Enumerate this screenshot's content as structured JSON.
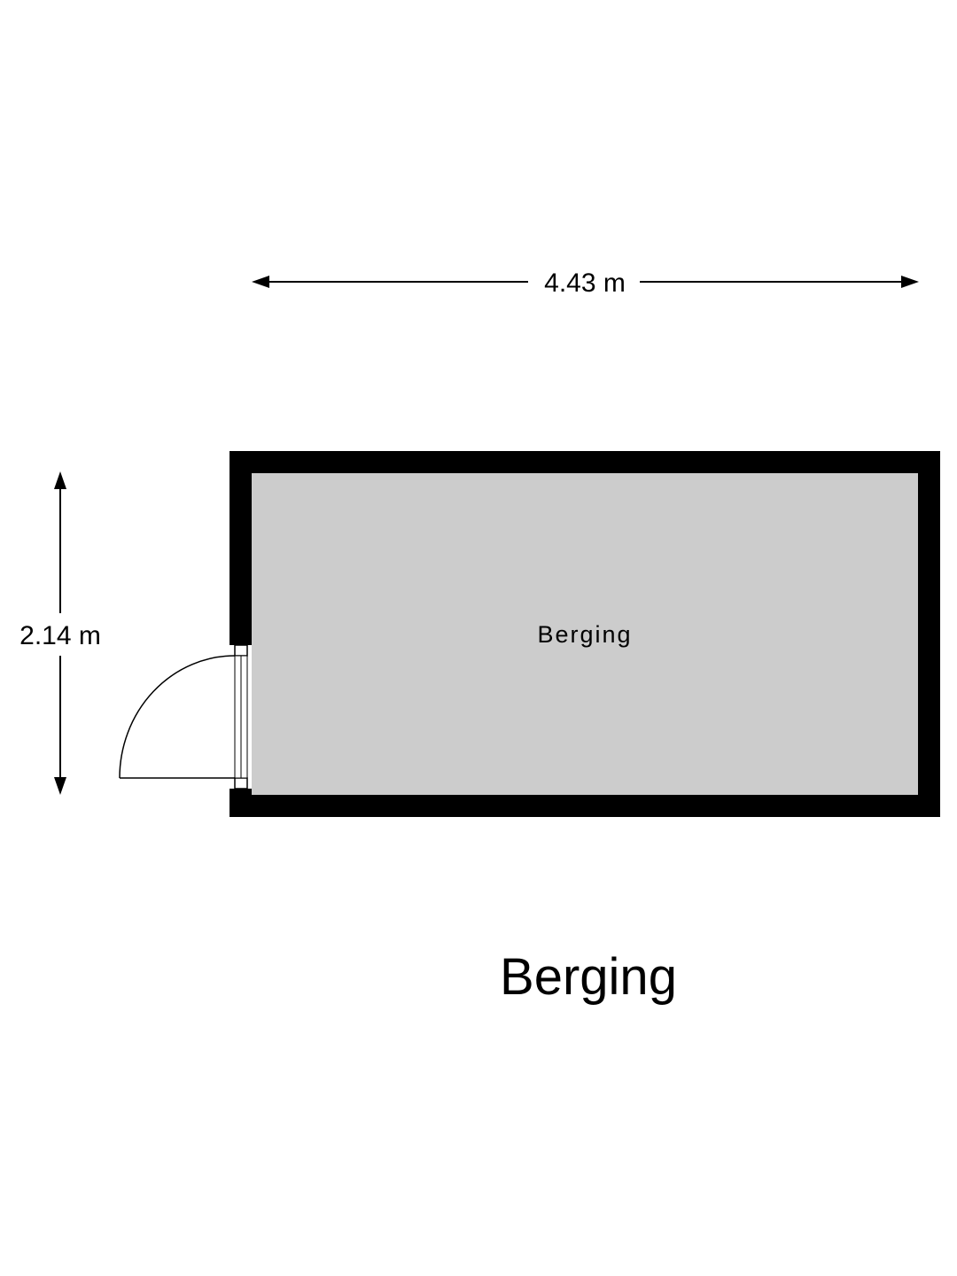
{
  "dimensions": {
    "width_label": "4.43 m",
    "depth_label": "2.14 m"
  },
  "room": {
    "label": "Berging"
  },
  "title": "Berging",
  "colors": {
    "wall": "#000000",
    "floor": "#cccccc",
    "line": "#000000",
    "text": "#000000",
    "background": "#ffffff"
  }
}
